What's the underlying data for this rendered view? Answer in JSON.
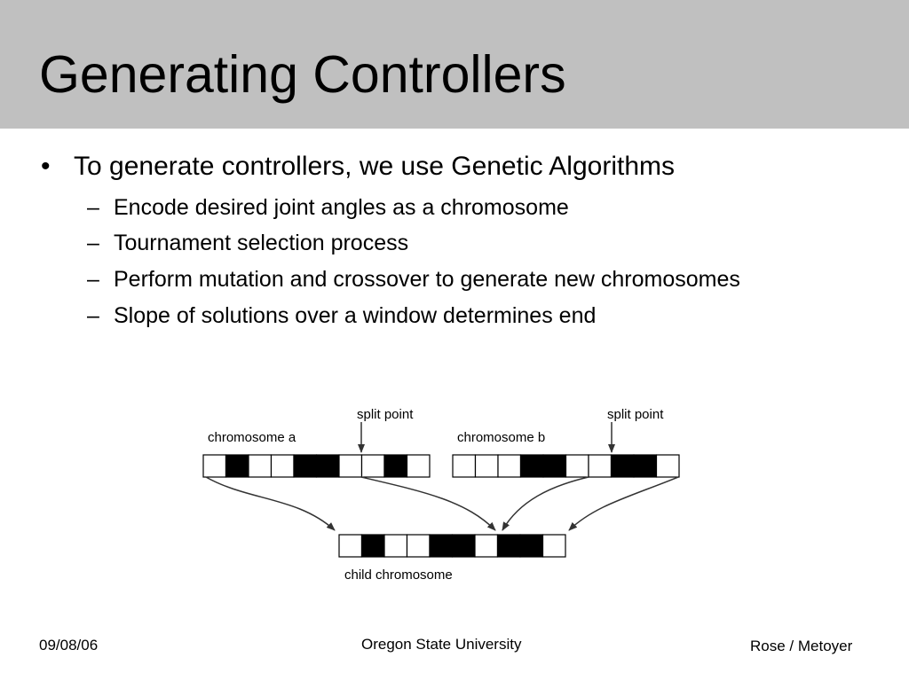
{
  "slide": {
    "title": "Generating Controllers",
    "bullet": "To generate controllers, we use Genetic Algorithms",
    "bullet_marker": "•",
    "sub_marker": "–",
    "sub_bullets": [
      "Encode desired joint angles as a chromosome",
      "Tournament selection process",
      "Perform mutation and crossover to generate new chromosomes",
      "Slope of solutions over a window determines end"
    ]
  },
  "diagram": {
    "chromosome_a_label": "chromosome a",
    "chromosome_b_label": "chromosome b",
    "split_point_label": "split point",
    "child_label": "child chromosome",
    "chromosome_a_genes": [
      0,
      1,
      0,
      0,
      1,
      1,
      0,
      0,
      1,
      0
    ],
    "chromosome_b_genes": [
      0,
      0,
      0,
      1,
      1,
      0,
      0,
      1,
      1,
      0
    ],
    "child_genes": [
      0,
      1,
      0,
      0,
      1,
      1,
      0,
      1,
      1,
      0
    ]
  },
  "footer": {
    "date": "09/08/06",
    "institution": "Oregon State University",
    "authors": "Rose / Metoyer"
  },
  "colors": {
    "title_bar": "#c0c0c0",
    "gene_filled": "#000000",
    "gene_empty": "#ffffff",
    "arrow": "#333333"
  }
}
